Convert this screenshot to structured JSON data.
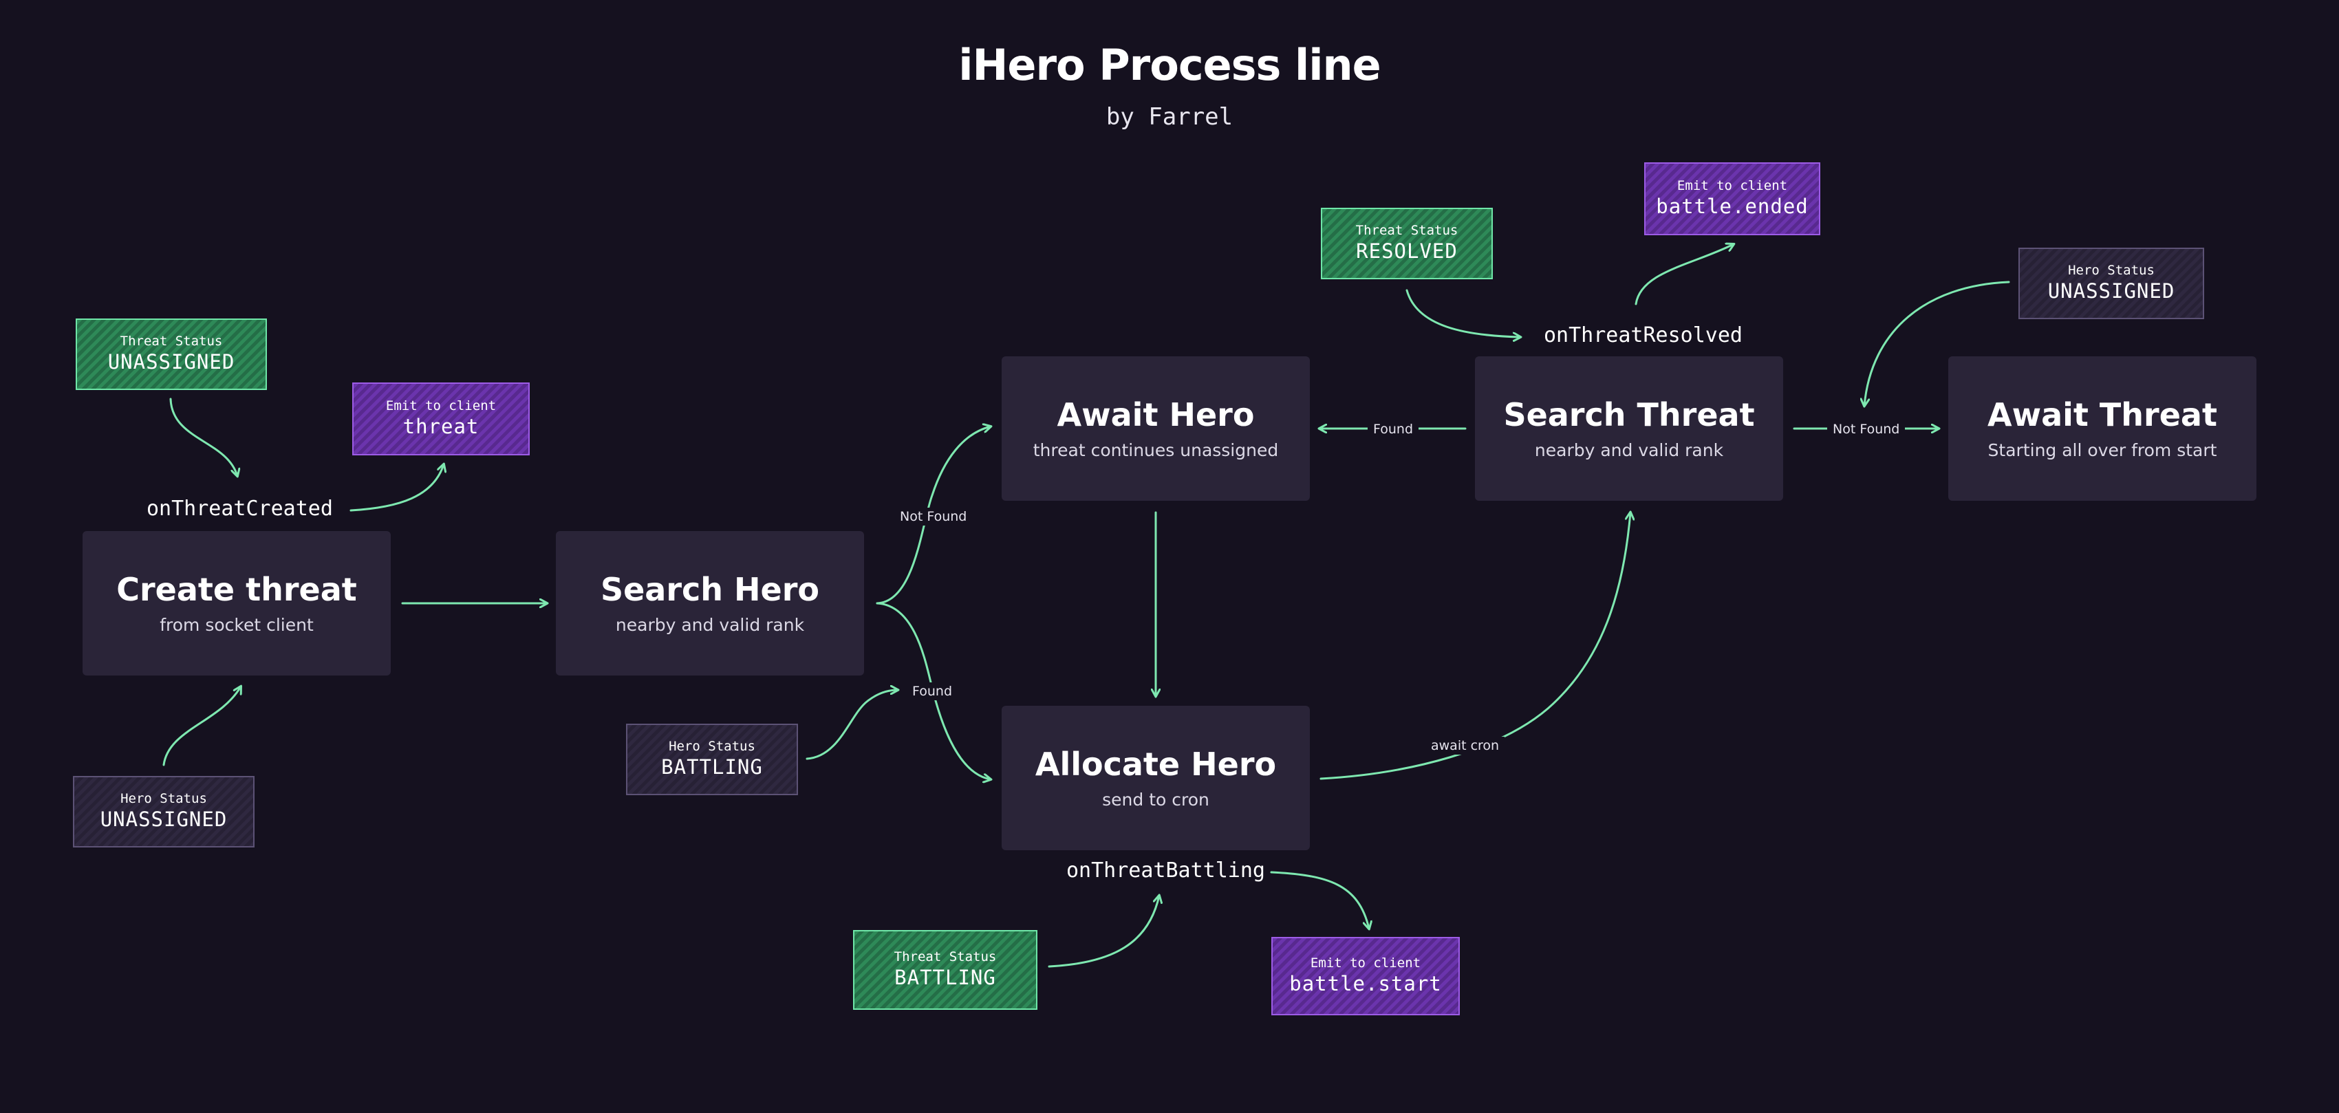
{
  "header": {
    "title": "iHero Process line",
    "subtitle": "by Farrel"
  },
  "nodes": {
    "create_threat": {
      "title": "Create threat",
      "subtitle": "from socket client"
    },
    "search_hero": {
      "title": "Search Hero",
      "subtitle": "nearby and valid rank"
    },
    "await_hero": {
      "title": "Await Hero",
      "subtitle": "threat continues unassigned"
    },
    "allocate_hero": {
      "title": "Allocate Hero",
      "subtitle": "send to cron"
    },
    "search_threat": {
      "title": "Search Threat",
      "subtitle": "nearby and valid rank"
    },
    "await_threat": {
      "title": "Await Threat",
      "subtitle": "Starting all over from start"
    }
  },
  "events": {
    "on_threat_created": "onThreatCreated",
    "on_threat_battling": "onThreatBattling",
    "on_threat_resolved": "onThreatResolved"
  },
  "tags": {
    "threat_status_unassigned": {
      "label": "Threat Status",
      "value": "UNASSIGNED"
    },
    "emit_threat": {
      "label": "Emit to client",
      "value": "threat"
    },
    "hero_status_unassigned_1": {
      "label": "Hero Status",
      "value": "UNASSIGNED"
    },
    "hero_status_battling": {
      "label": "Hero Status",
      "value": "BATTLING"
    },
    "threat_status_battling": {
      "label": "Threat Status",
      "value": "BATTLING"
    },
    "emit_battle_start": {
      "label": "Emit to client",
      "value": "battle.start"
    },
    "threat_status_resolved": {
      "label": "Threat Status",
      "value": "RESOLVED"
    },
    "emit_battle_ended": {
      "label": "Emit to client",
      "value": "battle.ended"
    },
    "hero_status_unassigned_2": {
      "label": "Hero Status",
      "value": "UNASSIGNED"
    }
  },
  "edge_labels": {
    "not_found_1": "Not Found",
    "found_1": "Found",
    "found_2": "Found",
    "not_found_2": "Not Found",
    "await_cron": "await cron"
  },
  "colors": {
    "background": "#15111f",
    "node_fill": "#2a2438",
    "arrow": "#7ee8b0",
    "tag_green": "#2e8a58",
    "tag_purple": "#6b34ad",
    "tag_gray": "#2f2840"
  }
}
